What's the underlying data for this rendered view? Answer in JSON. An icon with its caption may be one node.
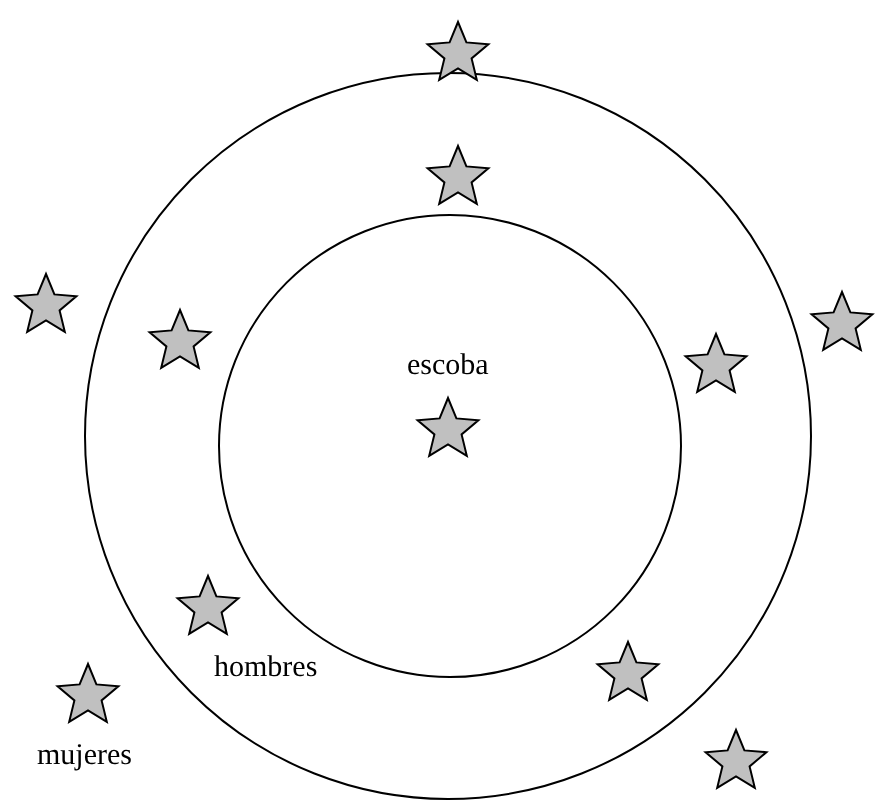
{
  "diagram": {
    "nodes": [
      {
        "text": [],
        "shape": "circle"
      },
      {
        "text": [],
        "shape": "circle",
        "in": 0
      },
      {
        "text": [],
        "shape": "star"
      },
      {
        "text": [],
        "shape": "star",
        "in": 0
      },
      {
        "text": [],
        "shape": "star"
      },
      {
        "text": [],
        "shape": "star"
      },
      {
        "text": [],
        "shape": "star",
        "in": 0
      },
      {
        "text": [],
        "shape": "star",
        "in": 0
      },
      {
        "text": [],
        "shape": "star",
        "in": 1,
        "beside": [
          "escoba"
        ]
      },
      {
        "text": [],
        "shape": "star",
        "in": 0,
        "beside": [
          "hombres"
        ]
      },
      {
        "text": [],
        "shape": "star",
        "in": 0
      },
      {
        "text": [],
        "shape": "star",
        "beside": [
          "mujeres"
        ]
      },
      {
        "text": [],
        "shape": "star"
      }
    ]
  }
}
